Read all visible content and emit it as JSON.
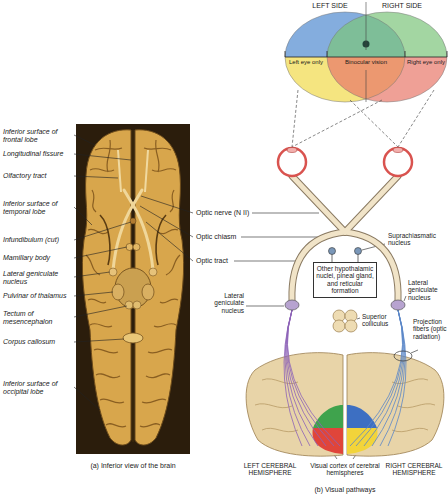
{
  "diagram": {
    "nodes": [
      {
        "text": [
          "Other hypothalamic nuclei, pineal gland, and reticular formation"
        ]
      }
    ],
    "labels": [
      "LEFT SIDE",
      "RIGHT SIDE",
      "Left eye only",
      "Binocular vision",
      "Right eye only",
      "Inferior surface of frontal lobe",
      "Longitudinal fissure",
      "Olfactory tract",
      "Inferior surface of temporal lobe",
      "Infundibulum (cut)",
      "Mamillary body",
      "Lateral geniculate nucleus",
      "Pulvinar of thalamus",
      "Tectum of mesencephalon",
      "Corpus callosum",
      "Inferior surface of occipital lobe",
      "(a) Inferior view of the brain",
      "Optic nerve (N II)",
      "Optic chiasm",
      "Optic tract",
      "Suprachiasmatic nucleus",
      "Lateral geniculate nucleus",
      "Lateral geniculate nucleus",
      "Superior colliculus",
      "Projection fibers (optic radiation)",
      "LEFT CEREBRAL HEMISPHERE",
      "Visual cortex of cerebral hemispheres",
      "RIGHT CEREBRAL HEMISPHERE",
      "(b) Visual pathways"
    ]
  }
}
